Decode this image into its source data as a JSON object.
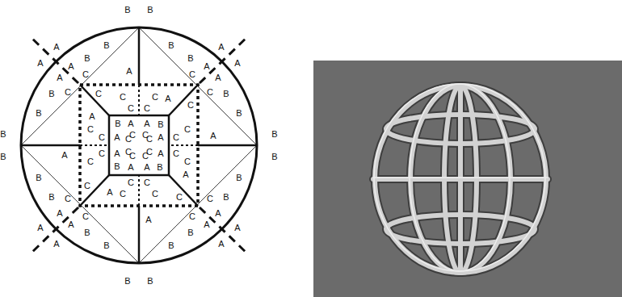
{
  "diagram": {
    "labels": [
      "B",
      "B",
      "B",
      "B",
      "B",
      "B",
      "A",
      "A",
      "A",
      "A",
      "C",
      "C",
      "C",
      "A",
      "C",
      "C",
      "C",
      "C",
      "B",
      "A",
      "A",
      "C",
      "C",
      "A",
      "B",
      "B",
      "B",
      "B",
      "B",
      "B",
      "A",
      "A",
      "A",
      "A",
      "C",
      "C",
      "C",
      "A",
      "C",
      "C",
      "C",
      "C",
      "B",
      "A",
      "A",
      "C",
      "C",
      "A",
      "B",
      "B",
      "B",
      "B",
      "B",
      "B",
      "A",
      "A",
      "A",
      "A",
      "C",
      "C",
      "C",
      "A",
      "C",
      "C",
      "C",
      "C",
      "B",
      "A",
      "A",
      "C",
      "C",
      "A",
      "B",
      "B",
      "B",
      "B",
      "B",
      "B",
      "A",
      "A",
      "A",
      "A",
      "C",
      "C",
      "C",
      "A",
      "C",
      "C",
      "C",
      "C",
      "B",
      "A",
      "A",
      "C",
      "C",
      "A"
    ]
  }
}
